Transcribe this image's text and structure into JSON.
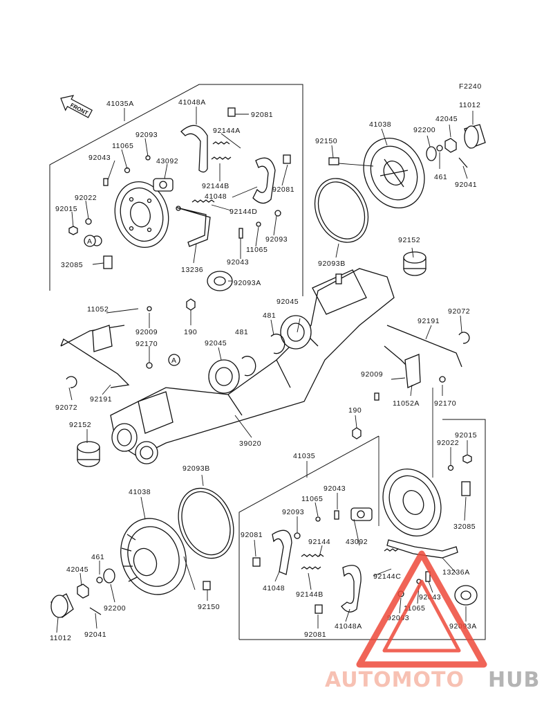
{
  "figure_id": "F2240",
  "front_arrow": "FRONT",
  "callouts": [
    "A",
    "A"
  ],
  "watermark": {
    "part1": "AUTOMOTO",
    "part2": "HUB",
    "color1": "#f6b7a6",
    "color2": "#a7a7a7",
    "triangle_color": "#ee4a3a"
  },
  "labels": {
    "p41035A": "41035A",
    "p41048A_top": "41048A",
    "p92081_top1": "92081",
    "p92093_top": "92093",
    "p92144A": "92144A",
    "p11065_top": "11065",
    "p92043_top": "92043",
    "p43092_top": "43092",
    "p92144B_top": "92144B",
    "p92081_top2": "92081",
    "p41048_top": "41048",
    "p92022_top": "92022",
    "p92015_top": "92015",
    "p92144D": "92144D",
    "p92093_top2": "92093",
    "p11065_top2": "11065",
    "p92043_top2": "92043",
    "p13236": "13236",
    "p32085_top": "32085",
    "p92093A_top": "92093A",
    "p92045_top": "92045",
    "p11052": "11052",
    "p92009_l": "92009",
    "p190_top": "190",
    "p481_a": "481",
    "p481_b": "481",
    "p92170_l": "92170",
    "p92045_mid": "92045",
    "p92072_l": "92072",
    "p92191_l": "92191",
    "p92152_l": "92152",
    "p39020": "39020",
    "p41038_r": "41038",
    "p11012_r": "11012",
    "p42045_r": "42045",
    "p92200_r": "92200",
    "p92150_r": "92150",
    "p461_r": "461",
    "p92041_r": "92041",
    "p92093B_r": "92093B",
    "p92152_r": "92152",
    "p92072_r": "92072",
    "p92191_r": "92191",
    "p92009_r": "92009",
    "p11052A": "11052A",
    "p92170_r": "92170",
    "p190_r": "190",
    "p41035": "41035",
    "p92015_r": "92015",
    "p92022_r": "92022",
    "p92043_b": "92043",
    "p11065_b": "11065",
    "p92093_b": "92093",
    "p92081_b1": "92081",
    "p92144": "92144",
    "p43092_b": "43092",
    "p32085_r": "32085",
    "p41048_b": "41048",
    "p92144B_b": "92144B",
    "p92144C": "92144C",
    "p13236A": "13236A",
    "p92043_b2": "92043",
    "p11065_b2": "11065",
    "p92093_b2": "92093",
    "p92093A_b": "92093A",
    "p41048A_b": "41048A",
    "p92081_b2": "92081",
    "p92093B_l": "92093B",
    "p41038_l": "41038",
    "p461_l": "461",
    "p42045_l": "42045",
    "p92200_l": "92200",
    "p92150_l": "92150",
    "p11012_l": "11012",
    "p92041_l": "92041"
  }
}
